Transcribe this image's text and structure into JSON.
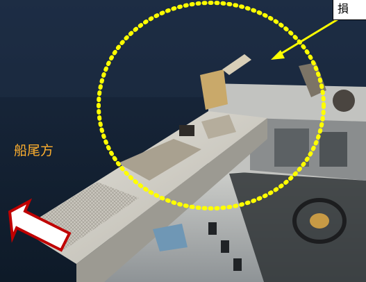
{
  "photo": {
    "subject": "damaged-ship-deck-photo",
    "colors": {
      "sea": "#17263a",
      "deck": "#d8d6ce",
      "debris": "#b8b0a0",
      "shadow": "#3a3d40"
    }
  },
  "annotations": {
    "damage_ellipse_color": "#ffff00",
    "callout_arrow_color": "#ffff00",
    "callout_text": "損",
    "stern_label": "船尾方",
    "stern_label_color": "#ffb02e",
    "stern_arrow_color": "#c00000",
    "stern_arrow_fill": "#ffffff"
  }
}
